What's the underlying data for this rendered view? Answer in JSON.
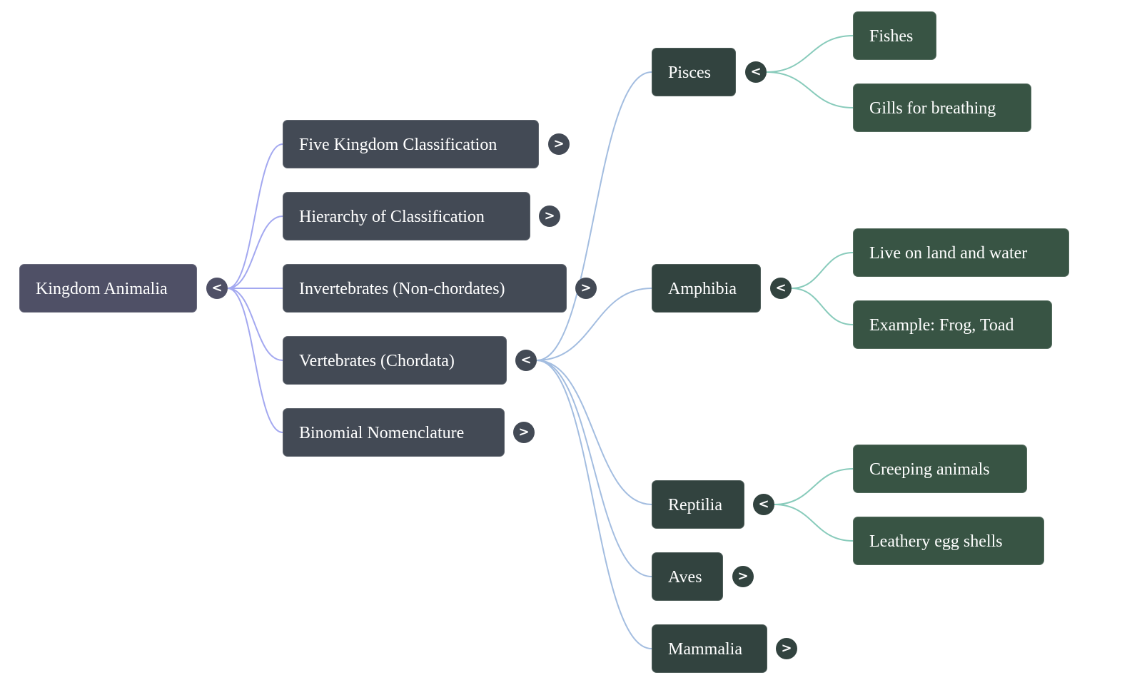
{
  "title": "Kingdom Animalia",
  "colors": {
    "root_node": "#4f5066",
    "level1_node": "#434a55",
    "level2_node": "#32433f",
    "level3_node": "#385444",
    "link_level1": "#a3a8f0",
    "link_level2": "#a3bde0",
    "link_level3": "#88cbbb"
  },
  "root": {
    "label": "Kingdom Animalia",
    "toggle": "<",
    "expanded": true
  },
  "level1": [
    {
      "label": "Five Kingdom Classification",
      "toggle": ">",
      "expanded": false
    },
    {
      "label": "Hierarchy of Classification",
      "toggle": ">",
      "expanded": false
    },
    {
      "label": "Invertebrates (Non-chordates)",
      "toggle": ">",
      "expanded": false
    },
    {
      "label": "Vertebrates (Chordata)",
      "toggle": "<",
      "expanded": true
    },
    {
      "label": "Binomial Nomenclature",
      "toggle": ">",
      "expanded": false
    }
  ],
  "level2": [
    {
      "label": "Pisces",
      "toggle": "<",
      "expanded": true
    },
    {
      "label": "Amphibia",
      "toggle": "<",
      "expanded": true
    },
    {
      "label": "Reptilia",
      "toggle": "<",
      "expanded": true
    },
    {
      "label": "Aves",
      "toggle": ">",
      "expanded": false
    },
    {
      "label": "Mammalia",
      "toggle": ">",
      "expanded": false
    }
  ],
  "level3": [
    {
      "parent": "Pisces",
      "label": "Fishes"
    },
    {
      "parent": "Pisces",
      "label": "Gills for breathing"
    },
    {
      "parent": "Amphibia",
      "label": "Live on land and water"
    },
    {
      "parent": "Amphibia",
      "label": "Example: Frog, Toad"
    },
    {
      "parent": "Reptilia",
      "label": "Creeping animals"
    },
    {
      "parent": "Reptilia",
      "label": "Leathery egg shells"
    }
  ]
}
